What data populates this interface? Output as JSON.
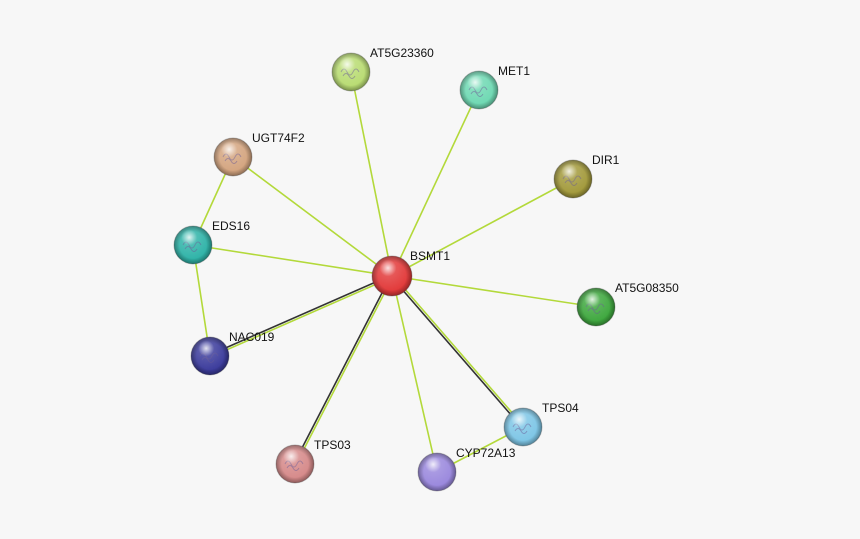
{
  "network": {
    "nodes": [
      {
        "id": "BSMT1",
        "label": "BSMT1",
        "color": "#e23a3a",
        "center": true
      },
      {
        "id": "AT5G23360",
        "label": "AT5G23360",
        "color": "#b9dc73"
      },
      {
        "id": "MET1",
        "label": "MET1",
        "color": "#6fd9b3"
      },
      {
        "id": "UGT74F2",
        "label": "UGT74F2",
        "color": "#d4a580"
      },
      {
        "id": "DIR1",
        "label": "DIR1",
        "color": "#a39a3c"
      },
      {
        "id": "EDS16",
        "label": "EDS16",
        "color": "#2fb3a8"
      },
      {
        "id": "AT5G08350",
        "label": "AT5G08350",
        "color": "#3fa83f"
      },
      {
        "id": "NAC019",
        "label": "NAC019",
        "color": "#3c3c9c"
      },
      {
        "id": "TPS04",
        "label": "TPS04",
        "color": "#7ec6e6"
      },
      {
        "id": "TPS03",
        "label": "TPS03",
        "color": "#d68a8a"
      },
      {
        "id": "CYP72A13",
        "label": "CYP72A13",
        "color": "#9a88dd"
      }
    ],
    "edges": [
      {
        "source": "BSMT1",
        "target": "AT5G23360",
        "colors": [
          "#b3d93a"
        ]
      },
      {
        "source": "BSMT1",
        "target": "MET1",
        "colors": [
          "#b3d93a"
        ]
      },
      {
        "source": "BSMT1",
        "target": "UGT74F2",
        "colors": [
          "#b3d93a"
        ]
      },
      {
        "source": "BSMT1",
        "target": "DIR1",
        "colors": [
          "#b3d93a"
        ]
      },
      {
        "source": "BSMT1",
        "target": "EDS16",
        "colors": [
          "#b3d93a"
        ]
      },
      {
        "source": "BSMT1",
        "target": "AT5G08350",
        "colors": [
          "#b3d93a"
        ]
      },
      {
        "source": "BSMT1",
        "target": "NAC019",
        "colors": [
          "#b3d93a",
          "#333333"
        ]
      },
      {
        "source": "BSMT1",
        "target": "TPS04",
        "colors": [
          "#b3d93a",
          "#333333"
        ]
      },
      {
        "source": "BSMT1",
        "target": "TPS03",
        "colors": [
          "#b3d93a",
          "#333333"
        ]
      },
      {
        "source": "BSMT1",
        "target": "CYP72A13",
        "colors": [
          "#b3d93a"
        ]
      },
      {
        "source": "UGT74F2",
        "target": "EDS16",
        "colors": [
          "#b3d93a"
        ]
      },
      {
        "source": "EDS16",
        "target": "NAC019",
        "colors": [
          "#b3d93a"
        ]
      },
      {
        "source": "TPS04",
        "target": "CYP72A13",
        "colors": [
          "#b3d93a"
        ]
      }
    ]
  }
}
